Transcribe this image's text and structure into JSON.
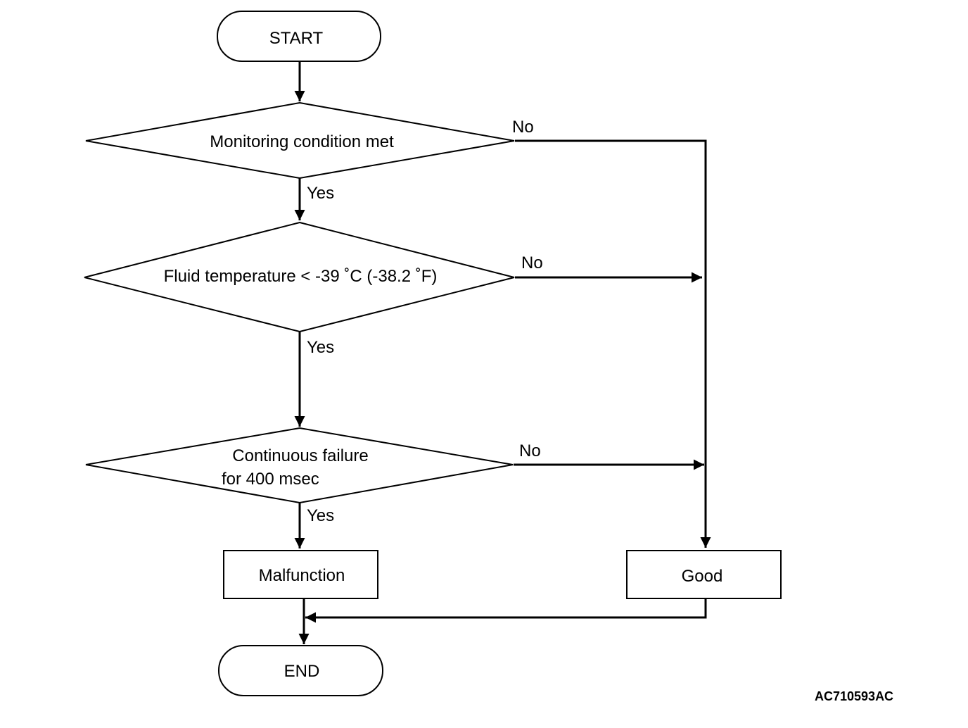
{
  "diagram": {
    "figure_id": "AC710593AC",
    "nodes": {
      "start": {
        "label": "START"
      },
      "monitoring": {
        "label": "Monitoring condition met"
      },
      "fluid_temp": {
        "label": "Fluid temperature < -39 ˚C (-38.2 ˚F)"
      },
      "continuous": {
        "line1": "Continuous failure",
        "line2": "for 400 msec"
      },
      "malfunction": {
        "label": "Malfunction"
      },
      "good": {
        "label": "Good"
      },
      "end": {
        "label": "END"
      }
    },
    "edges": {
      "monitoring_no": "No",
      "monitoring_yes": "Yes",
      "fluid_temp_no": "No",
      "fluid_temp_yes": "Yes",
      "continuous_no": "No",
      "continuous_yes": "Yes"
    }
  }
}
